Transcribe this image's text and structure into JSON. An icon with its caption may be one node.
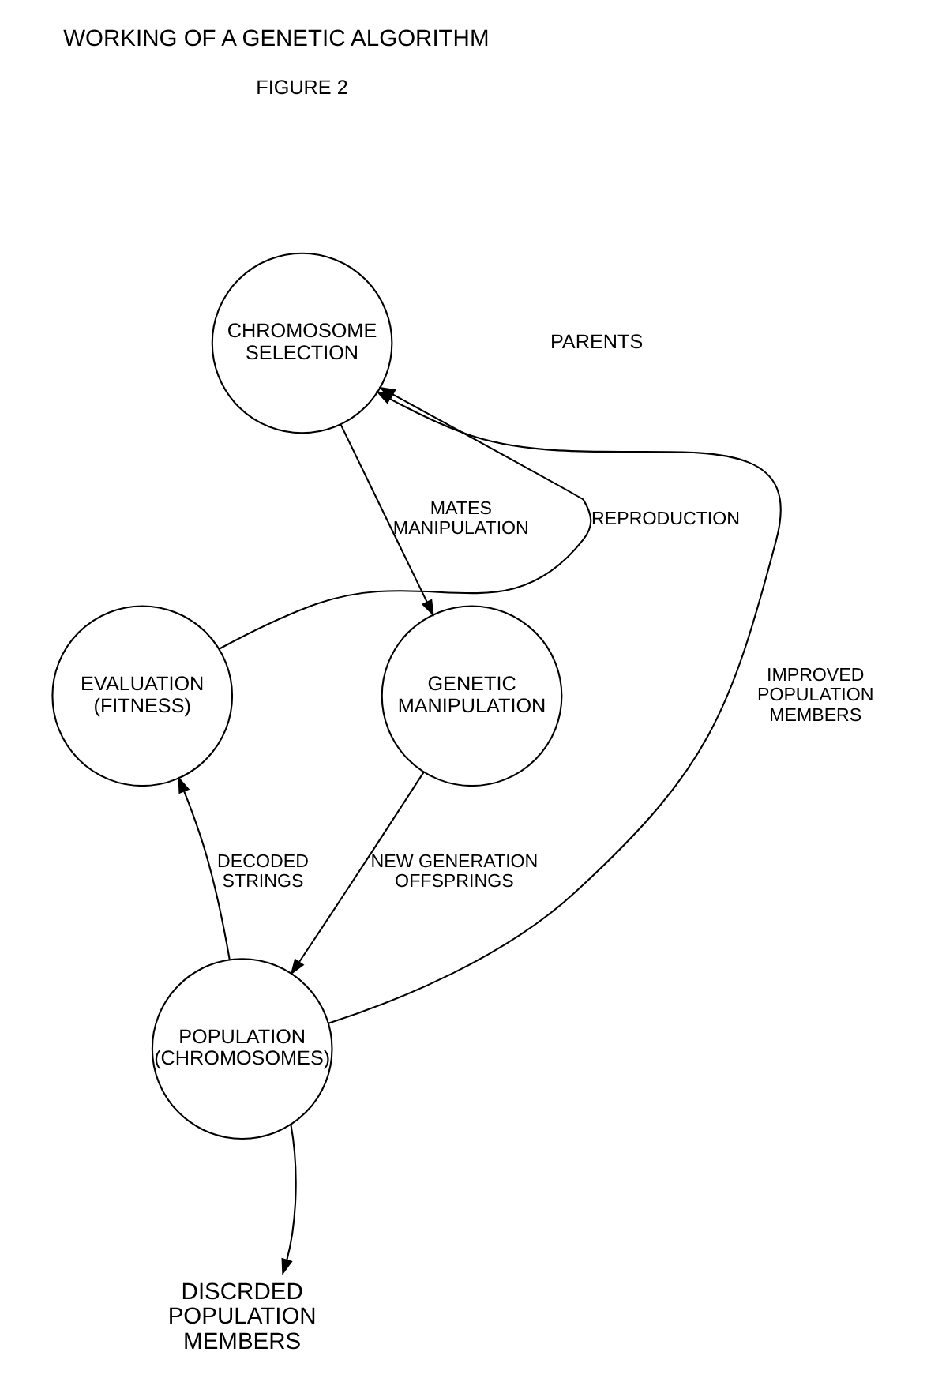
{
  "diagram": {
    "title": "WORKING OF A GENETIC ALGORITHM",
    "nodes": [
      {
        "text": [
          "CHROMOSOME SELECTION"
        ]
      },
      {
        "text": [
          "EVALUATION",
          "(FITNESS)"
        ]
      },
      {
        "text": [
          "GENETIC MANIPULATION"
        ]
      },
      {
        "text": [
          "POPULATION",
          "(CHROMOSOMES)"
        ]
      },
      {
        "text": [
          "DISCRDED POPULATION MEMBERS"
        ]
      }
    ],
    "edges": [
      {
        "from": 0,
        "to": 2,
        "arrow": "to",
        "label": "MATES MANIPULATION"
      },
      {
        "from": 2,
        "to": 3,
        "arrow": "to",
        "label": "NEW GENERATION OFFSPRINGS"
      },
      {
        "from": 3,
        "to": 1,
        "arrow": "to",
        "label": "DECODED STRINGS"
      },
      {
        "from": 1,
        "to": 0,
        "arrow": "to",
        "label": "REPRODUCTION"
      },
      {
        "from": 3,
        "to": 0,
        "arrow": "to",
        "label": "IMPROVED POPULATION MEMBERS"
      },
      {
        "from": 3,
        "to": 4,
        "arrow": "to"
      }
    ],
    "labels": [
      "FIGURE 2",
      "PARENTS"
    ]
  }
}
